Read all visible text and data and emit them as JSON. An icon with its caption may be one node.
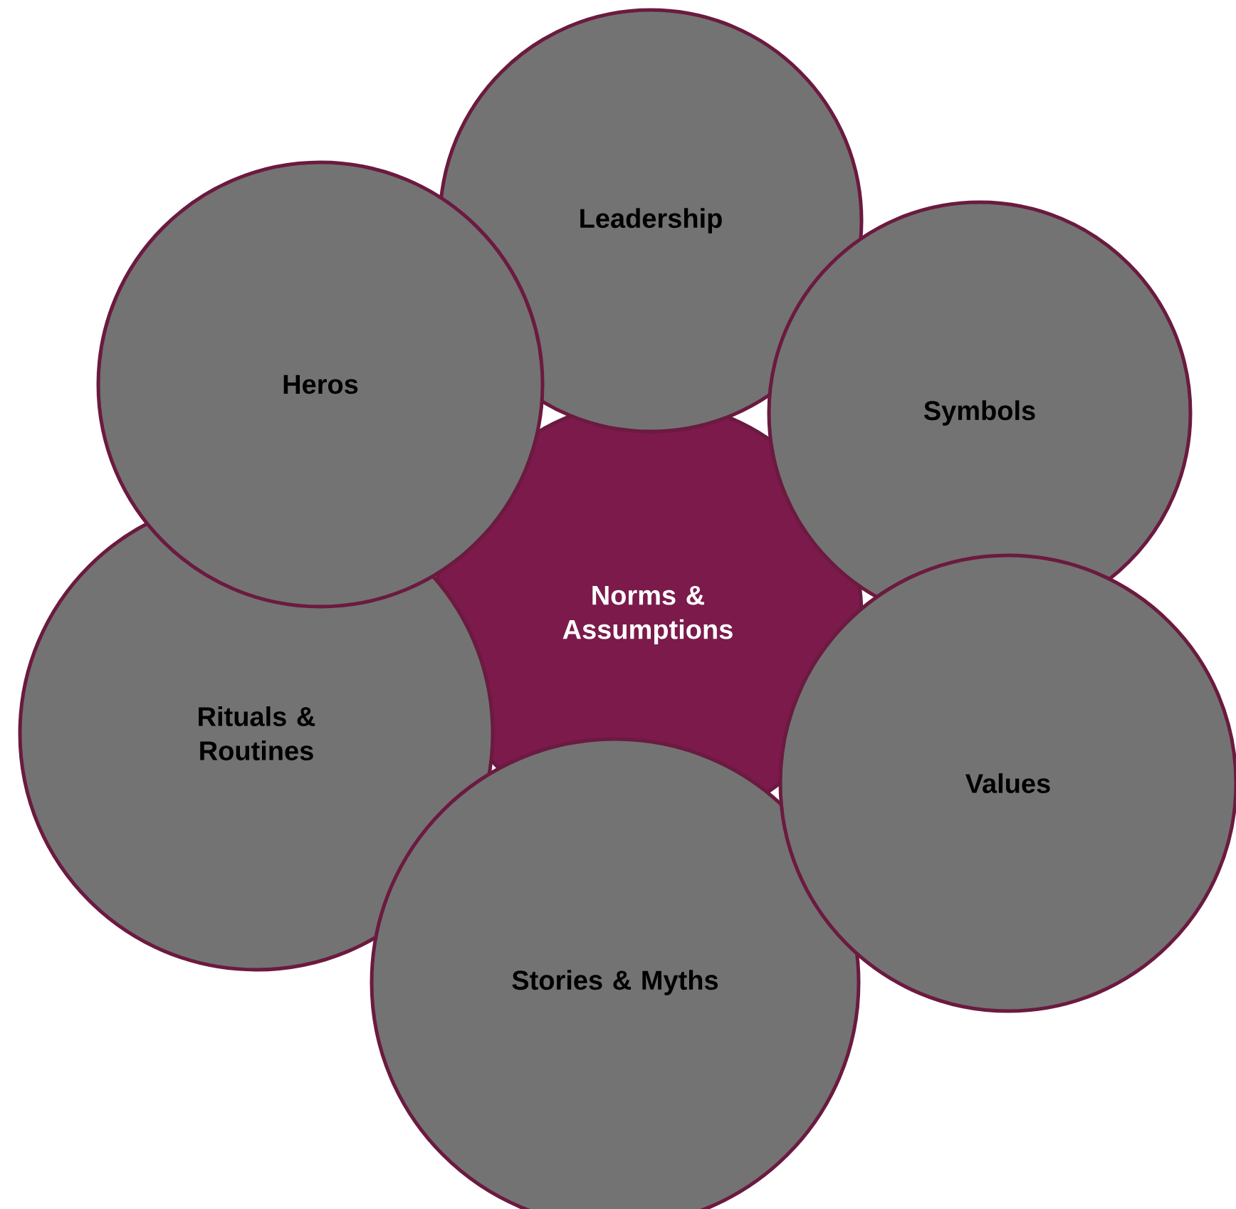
{
  "diagram": {
    "nodes": [
      {
        "text": [
          "Leadership"
        ]
      },
      {
        "text": [
          "Heros"
        ]
      },
      {
        "text": [
          "Symbols"
        ]
      },
      {
        "text": [
          "Norms & Assumptions"
        ]
      },
      {
        "text": [
          "Rituals & Routines"
        ]
      },
      {
        "text": [
          "Values"
        ]
      },
      {
        "text": [
          "Stories & Myths"
        ]
      }
    ]
  }
}
